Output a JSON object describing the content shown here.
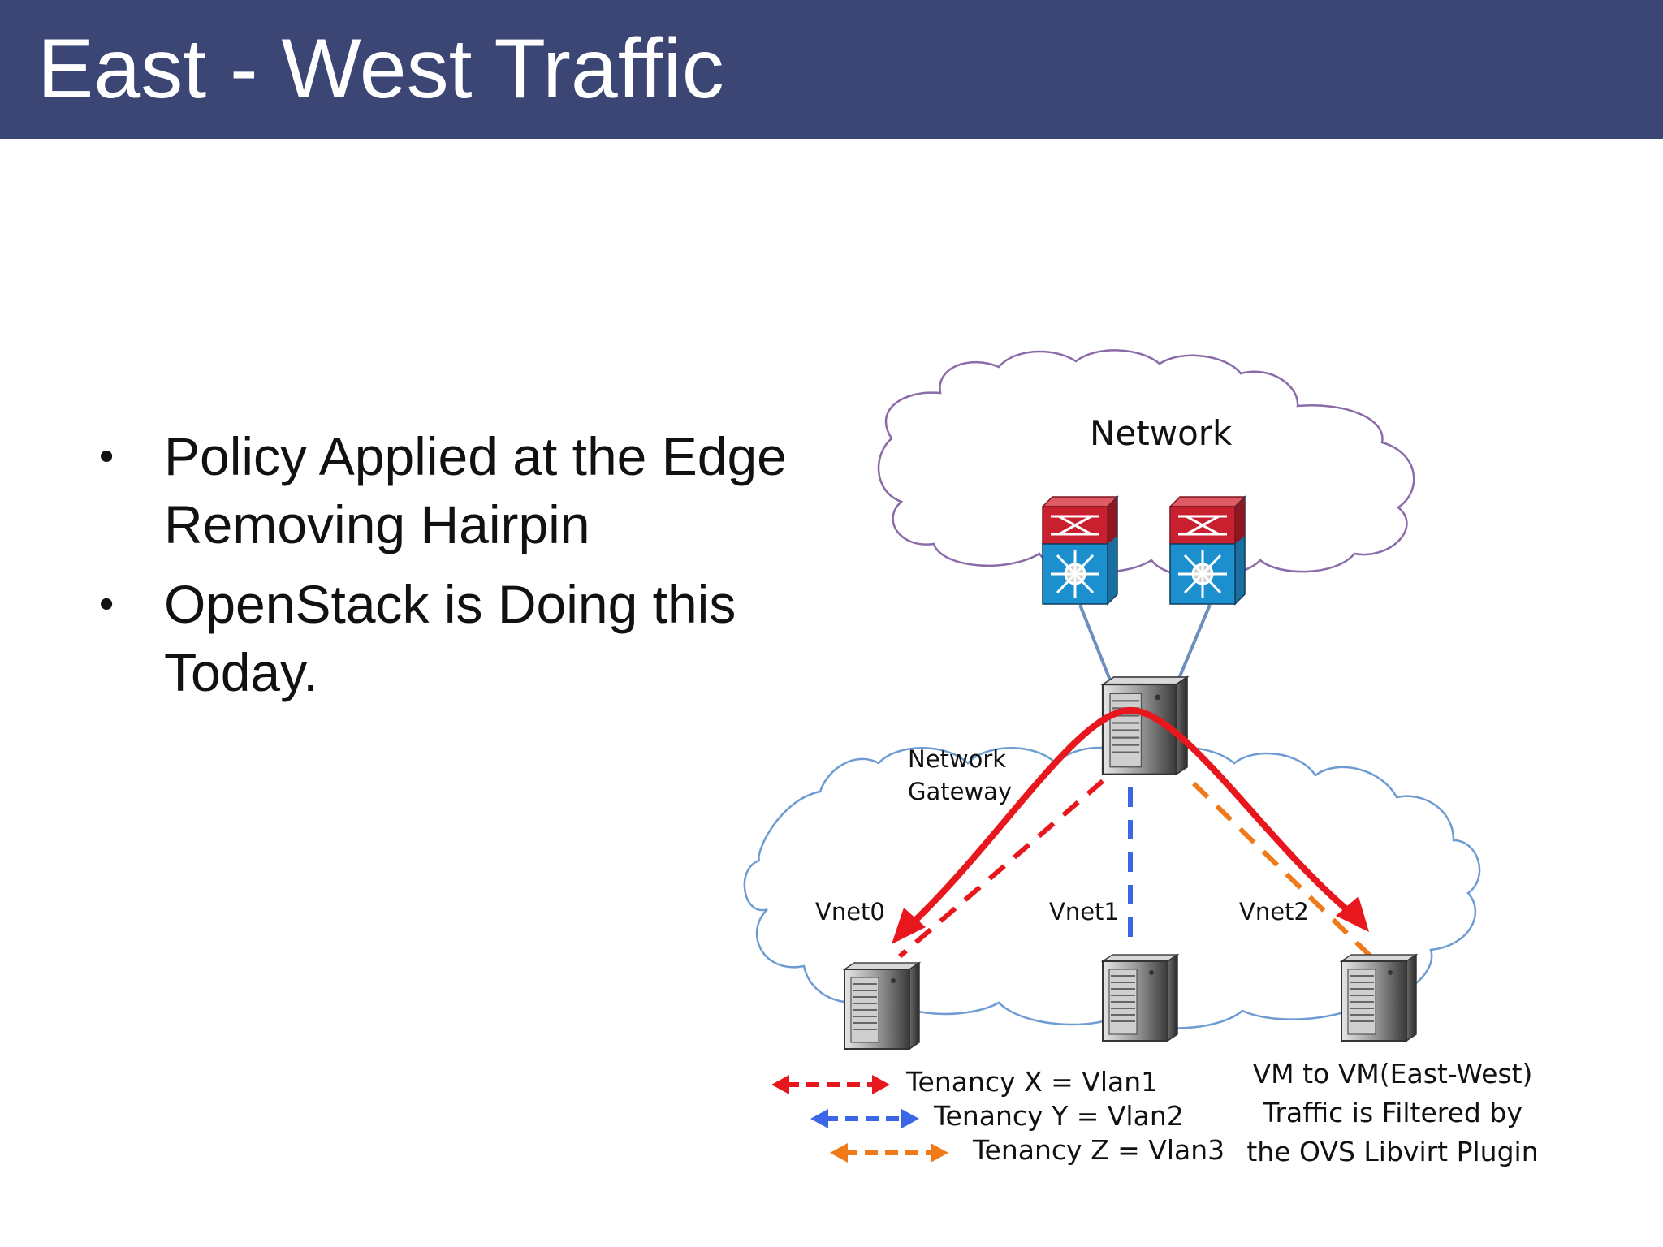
{
  "slide": {
    "title": "East - West Traffic",
    "bullets": [
      {
        "line1": "Policy Applied at the Edge",
        "line2": "Removing Hairpin"
      },
      {
        "line1": "OpenStack is Doing this",
        "line2": "Today."
      }
    ]
  },
  "diagram": {
    "top_cloud_label": "Network",
    "gateway_label": [
      "Network",
      "Gateway"
    ],
    "vnets": [
      "Vnet0",
      "Vnet1",
      "Vnet2"
    ],
    "legend": [
      {
        "label": "Tenancy X = Vlan1",
        "color": "#e8171d"
      },
      {
        "label": "Tenancy Y = Vlan2",
        "color": "#3b66e8"
      },
      {
        "label": "Tenancy Z = Vlan3",
        "color": "#f07a1a"
      }
    ],
    "note": [
      "VM to VM(East-West)",
      "Traffic is Filtered by",
      "the OVS Libvirt Plugin"
    ],
    "colors": {
      "header_bg": "#3b4675",
      "traffic_arrow": "#e8171d",
      "cloud_top_stroke": "#8a6aa8",
      "cloud_bottom_stroke": "#6e9bd2",
      "switch_top": "#c8202e",
      "switch_bottom": "#1c8fcf"
    },
    "icons": [
      "switch-icon",
      "server-icon"
    ]
  }
}
